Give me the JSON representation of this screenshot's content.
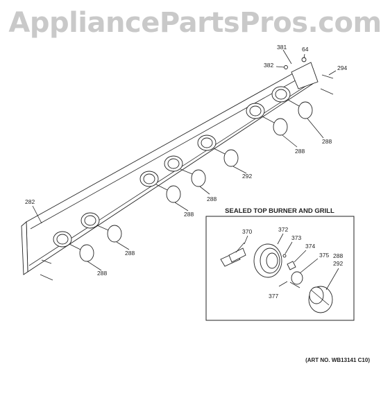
{
  "watermark": "AppliancePartsPros.com",
  "diagram": {
    "labels": {
      "l381": "381",
      "l64": "64",
      "l382": "382",
      "l294": "294",
      "l282": "282",
      "l288a": "288",
      "l288b": "288",
      "l292a": "292",
      "l288c": "288",
      "l288d": "288",
      "l288e": "288",
      "l288f": "288"
    },
    "inset": {
      "title": "SEALED TOP BURNER AND GRILL",
      "labels": {
        "l370": "370",
        "l372": "372",
        "l373": "373",
        "l374": "374",
        "l375": "375",
        "l288": "288",
        "l292": "292",
        "l377": "377"
      }
    },
    "art_number": "(ART NO. WB13141 C10)"
  }
}
